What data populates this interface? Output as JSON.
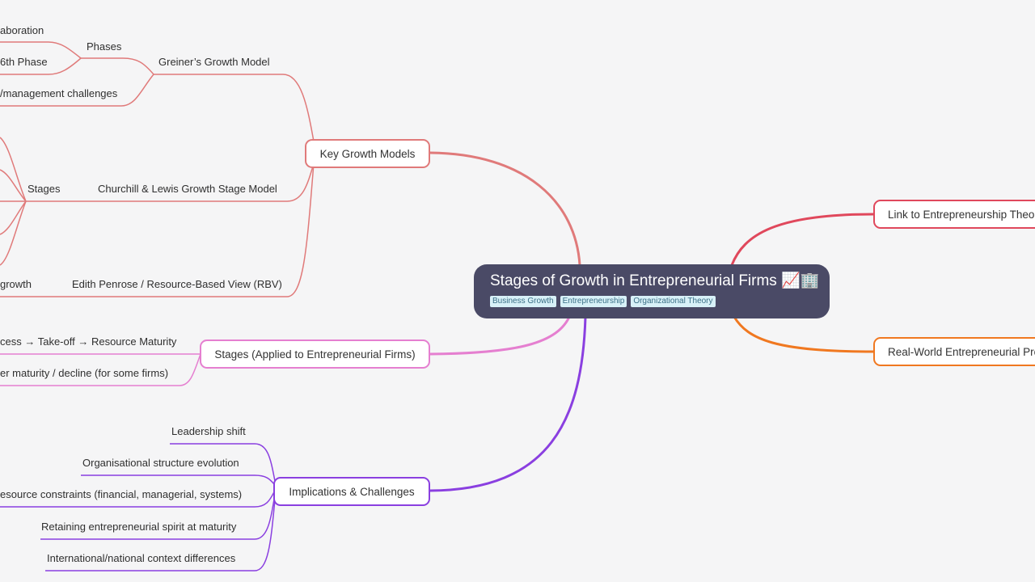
{
  "root": {
    "title": "Stages of Growth in Entrepreneurial Firms",
    "emoji": "📈🏢",
    "tags": [
      "Business Growth",
      "Entrepreneurship",
      "Organizational Theory"
    ]
  },
  "branches": {
    "key_growth_models": {
      "label": "Key Growth Models",
      "greiner": {
        "label": "Greiner’s Growth Model",
        "phases": "Phases",
        "phase_a": "aboration",
        "phase_b": "6th Phase",
        "challenges": "/management challenges"
      },
      "churchill": {
        "label": "Churchill & Lewis Growth Stage Model",
        "stages": "Stages"
      },
      "penrose": {
        "label": "Edith Penrose / Resource-Based View (RBV)",
        "child": "growth"
      }
    },
    "stages_applied": {
      "label": "Stages (Applied to Entrepreneurial Firms)",
      "child1": "cess → Take-off → Resource Maturity",
      "child2": "er maturity / decline (for some firms)"
    },
    "implications": {
      "label": "Implications & Challenges",
      "items": [
        "Leadership shift",
        "Organisational structure evolution",
        "esource constraints (financial, managerial, systems)",
        "Retaining entrepreneurial spirit at maturity",
        "International/national context differences"
      ]
    },
    "link_theory": {
      "label": "Link to Entrepreneurship Theo"
    },
    "real_world": {
      "label": "Real-World Entrepreneurial Pro"
    }
  },
  "colors": {
    "key_growth_models": "#e07a7a",
    "stages_applied": "#e57fd0",
    "implications": "#8a3fe0",
    "link_theory": "#e0485c",
    "real_world": "#f07820",
    "root_bg": "#4a4a66",
    "tag_bg": "#d8f1f8"
  }
}
